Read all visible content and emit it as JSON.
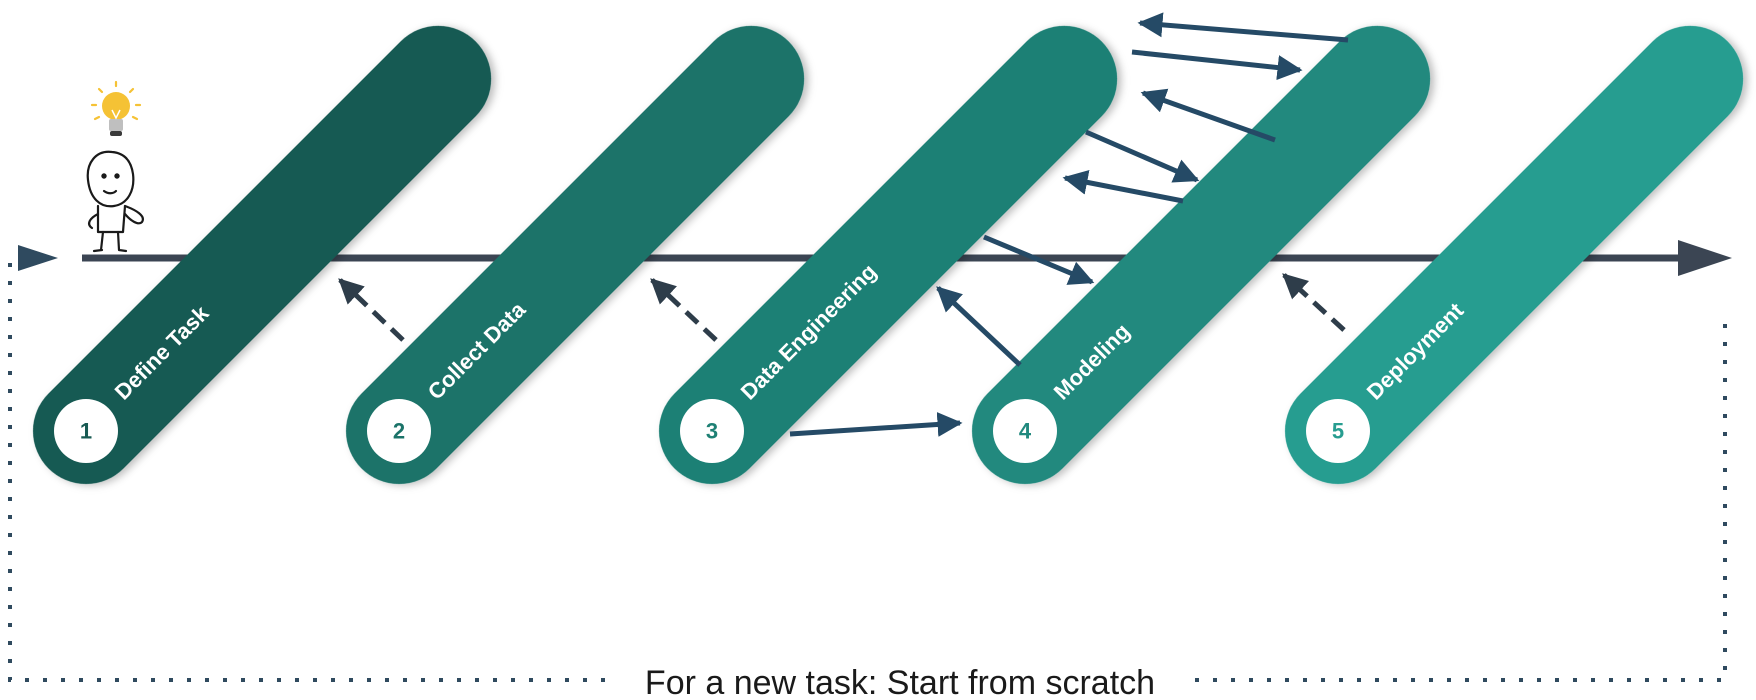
{
  "stages": [
    {
      "number": "1",
      "label": "Define Task",
      "color": "#175a52"
    },
    {
      "number": "2",
      "label": "Collect Data",
      "color": "#1b7369"
    },
    {
      "number": "3",
      "label": "Data Engineering",
      "color": "#1e8074"
    },
    {
      "number": "4",
      "label": "Modeling",
      "color": "#21897e"
    },
    {
      "number": "5",
      "label": "Deployment",
      "color": "#279d90"
    }
  ],
  "loop_caption": "For a new task: Start from scratch",
  "colors": {
    "timeline": "#3b4553",
    "arrow": "#254a66",
    "loop": "#2f4a5f",
    "bulb": "#f5c235"
  },
  "icons": {
    "thinker": "thinking-person-icon",
    "bulb": "lightbulb-icon"
  }
}
